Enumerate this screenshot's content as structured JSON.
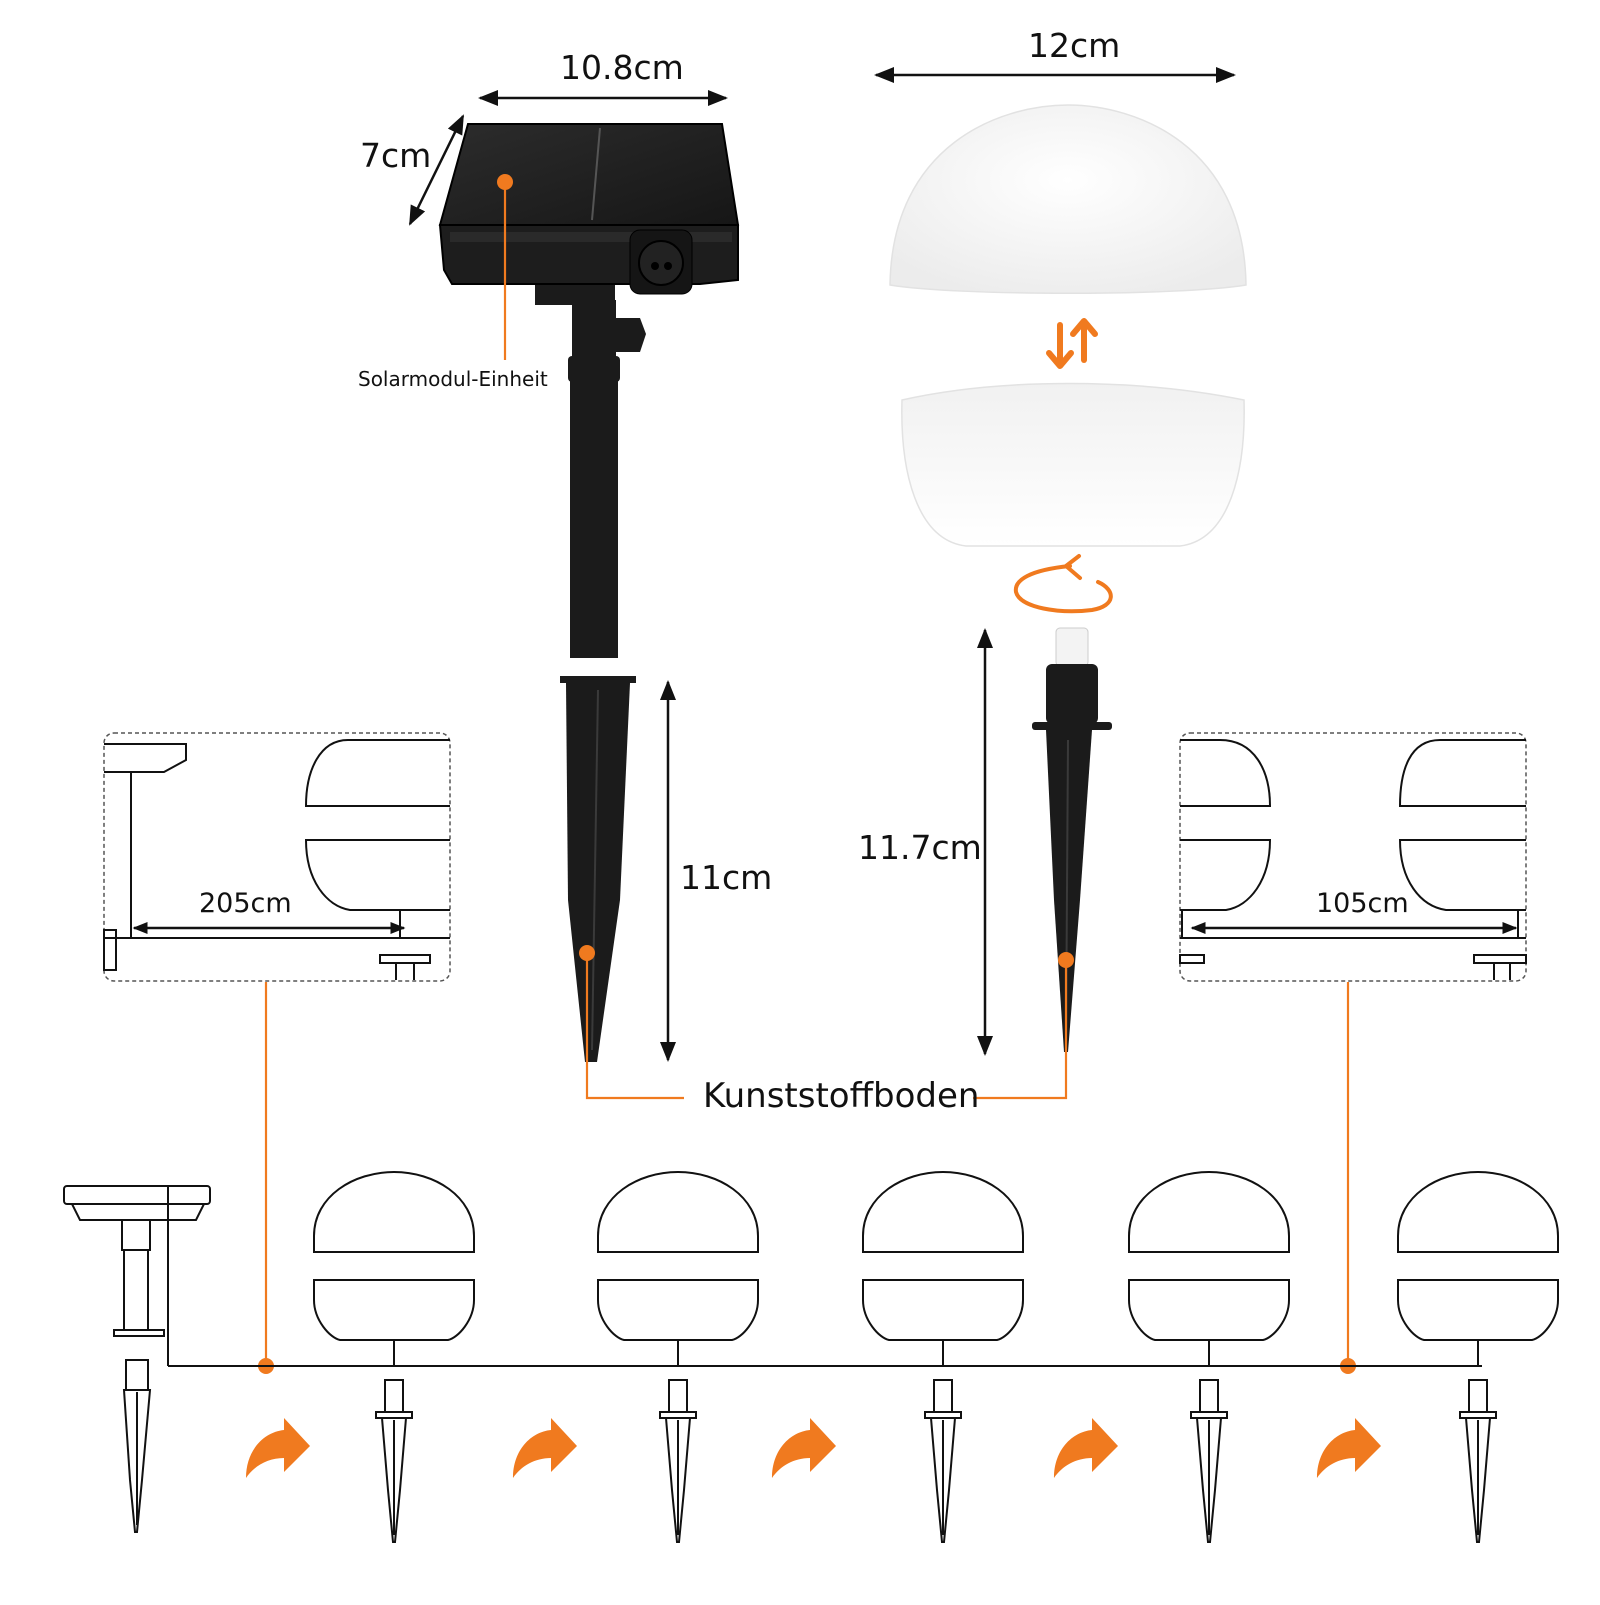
{
  "labels": {
    "panel_width": "10.8cm",
    "panel_depth": "7cm",
    "solar_unit": "Solarmodul-Einheit",
    "globe_diameter": "12cm",
    "panel_stake_height": "11cm",
    "globe_stake_height": "11.7cm",
    "plastic_ground": "Kunststoffboden",
    "first_distance": "205cm",
    "light_spacing": "105cm"
  },
  "colors": {
    "accent": "#f07a1f",
    "panel": "#1f1f1f",
    "globe": "#f6f6f6",
    "line": "#111111",
    "dashed_box": "#555555"
  },
  "icons": {
    "swap": "swap-arrows-icon",
    "rotate": "rotate-arrow-icon",
    "step": "curved-arrow-icon"
  },
  "chain": {
    "light_count": 5,
    "arrow_count": 5
  }
}
